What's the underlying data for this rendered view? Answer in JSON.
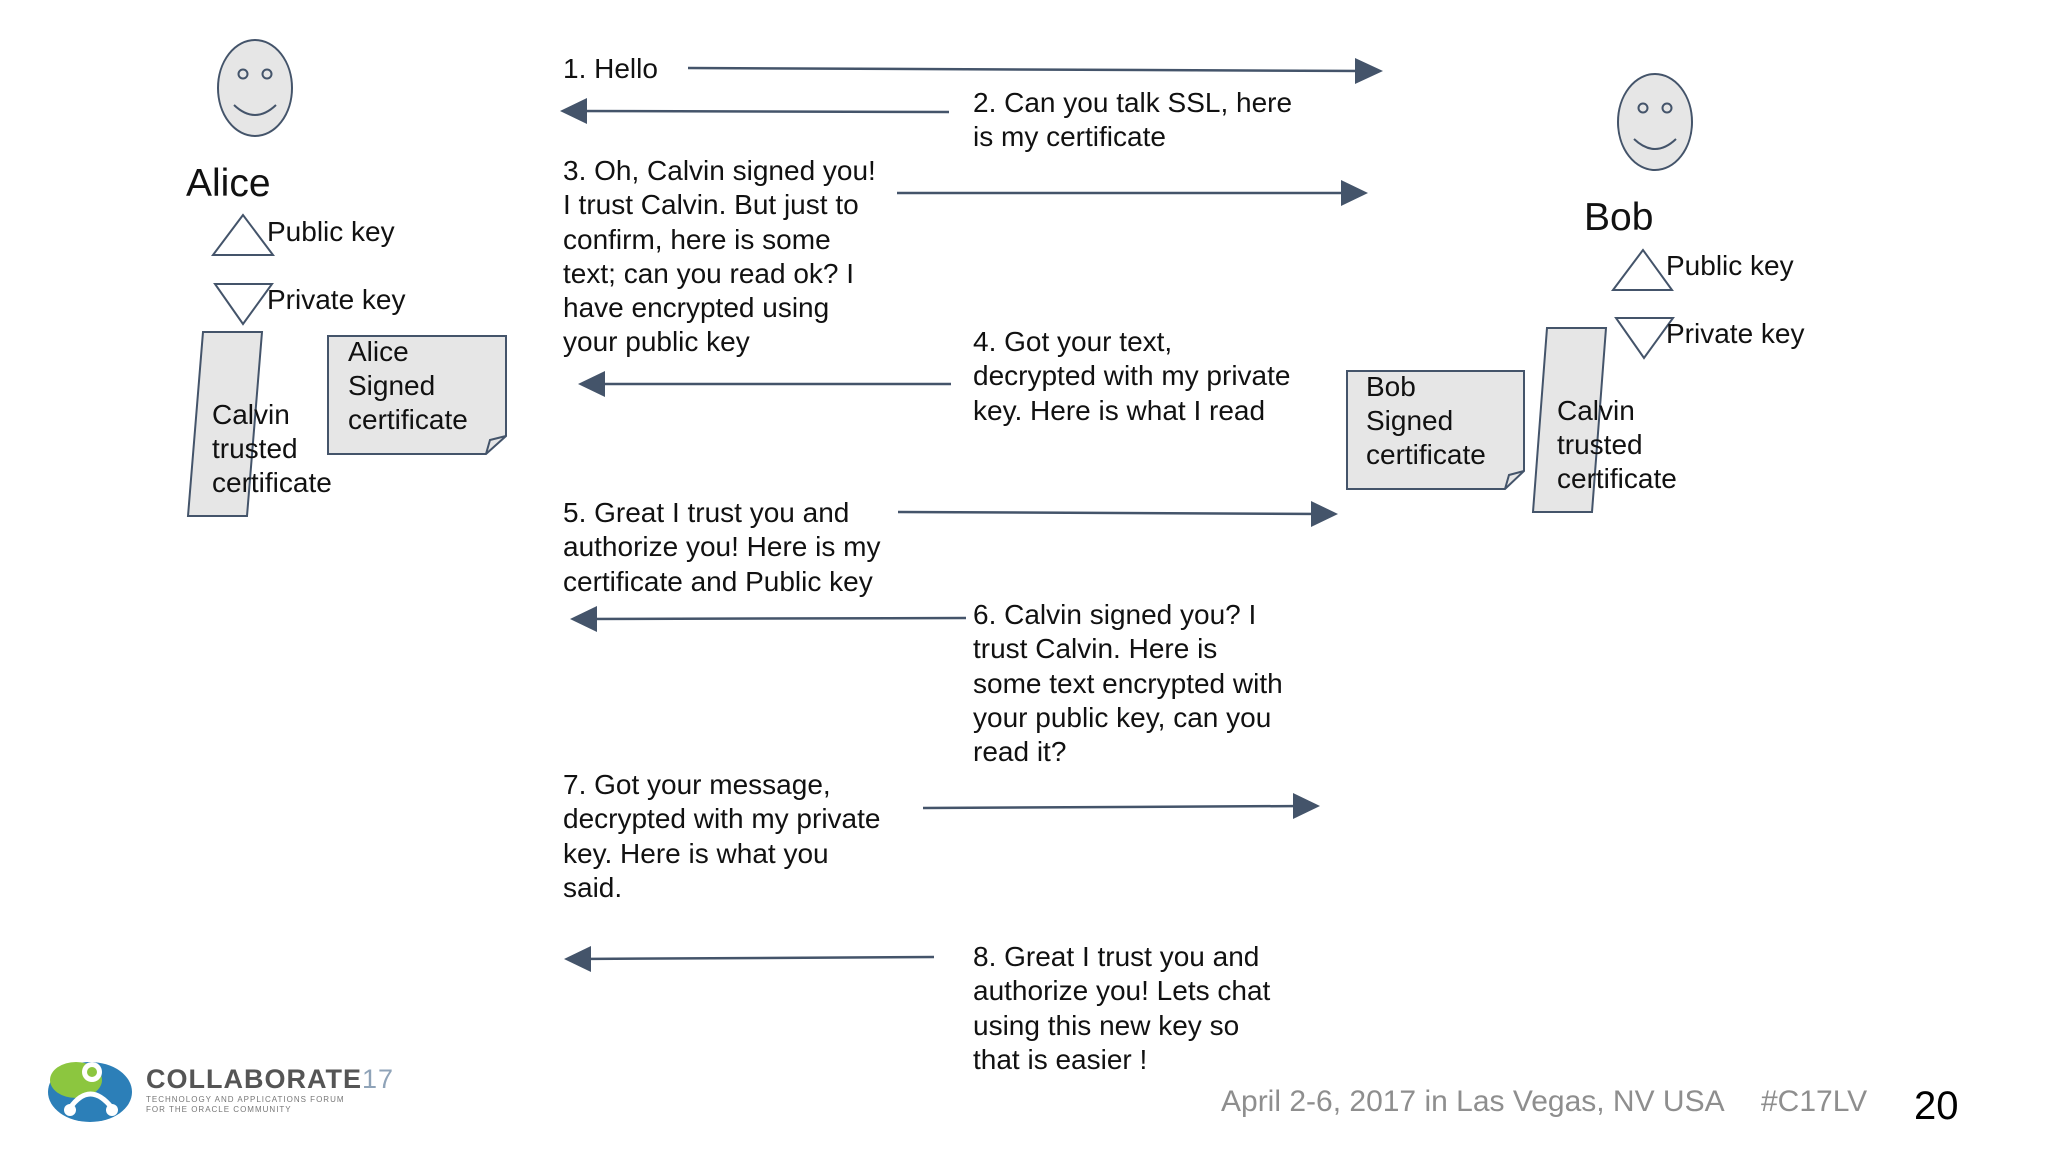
{
  "actors": {
    "alice": {
      "name": "Alice",
      "public_key_label": "Public key",
      "private_key_label": "Private key",
      "signed_cert": [
        "Alice",
        "Signed",
        "certificate"
      ],
      "trusted_cert": [
        "Calvin",
        "trusted",
        "certificate"
      ]
    },
    "bob": {
      "name": "Bob",
      "public_key_label": "Public key",
      "private_key_label": "Private key",
      "signed_cert": [
        "Bob",
        "Signed",
        "certificate"
      ],
      "trusted_cert": [
        "Calvin",
        "trusted",
        "certificate"
      ]
    }
  },
  "messages": [
    {
      "direction": "alice-to-bob",
      "lines": [
        "1. Hello"
      ]
    },
    {
      "direction": "bob-to-alice",
      "lines": [
        "2. Can you talk SSL, here",
        "is my certificate"
      ]
    },
    {
      "direction": "alice-to-bob",
      "lines": [
        "3. Oh, Calvin signed you!",
        "I trust Calvin. But just to",
        "confirm, here is some",
        "text; can you read ok? I",
        "have encrypted using",
        "your public key"
      ]
    },
    {
      "direction": "bob-to-alice",
      "lines": [
        "4. Got your text,",
        "decrypted with my private",
        "key. Here is what I read"
      ]
    },
    {
      "direction": "alice-to-bob",
      "lines": [
        "5. Great I trust you and",
        "authorize you! Here is my",
        "certificate and Public key"
      ]
    },
    {
      "direction": "bob-to-alice",
      "lines": [
        "6. Calvin signed you? I",
        "trust Calvin. Here is",
        "some text encrypted with",
        "your public key, can you",
        "read it?"
      ]
    },
    {
      "direction": "alice-to-bob",
      "lines": [
        "7. Got your message,",
        "decrypted with my private",
        "key. Here is what you",
        "said."
      ]
    },
    {
      "direction": "bob-to-alice",
      "lines": [
        "8. Great I trust you and",
        "authorize you! Lets chat",
        "using this new key so",
        "that is easier !"
      ]
    }
  ],
  "footer": {
    "logo_word": "COLLABORATE",
    "logo_year": "17",
    "logo_sub_1": "TECHNOLOGY AND APPLICATIONS FORUM",
    "logo_sub_2": "FOR THE ORACLE COMMUNITY",
    "event": "April 2-6, 2017 in Las Vegas, NV USA",
    "hashtag": "#C17LV",
    "page_number": "20"
  },
  "colors": {
    "arrow": "#44546a",
    "shape_fill": "#e6e6e6",
    "shape_stroke": "#44546a",
    "logo_green": "#8cc63f",
    "logo_blue": "#2c7fb8"
  }
}
